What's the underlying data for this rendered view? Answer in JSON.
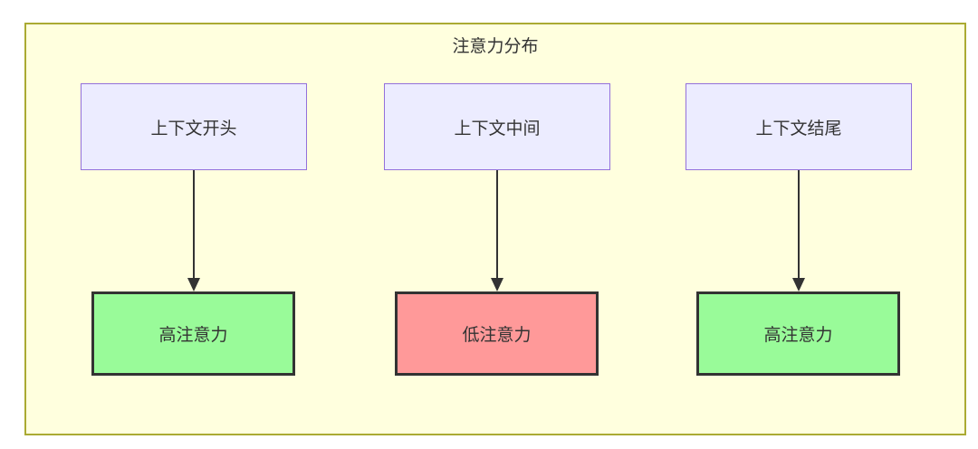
{
  "diagram": {
    "title": "注意力分布",
    "columns": [
      {
        "source": "上下文开头",
        "target": "高注意力",
        "target_type": "high"
      },
      {
        "source": "上下文中间",
        "target": "低注意力",
        "target_type": "low"
      },
      {
        "source": "上下文结尾",
        "target": "高注意力",
        "target_type": "high"
      }
    ],
    "colors": {
      "container_fill": "#ffffde",
      "container_border": "#aaaa33",
      "node_fill": "#ececff",
      "node_border": "#9370db",
      "high_fill": "#99fb99",
      "low_fill": "#ff9999",
      "result_border": "#333333",
      "arrow": "#333333",
      "text": "#333333"
    }
  }
}
